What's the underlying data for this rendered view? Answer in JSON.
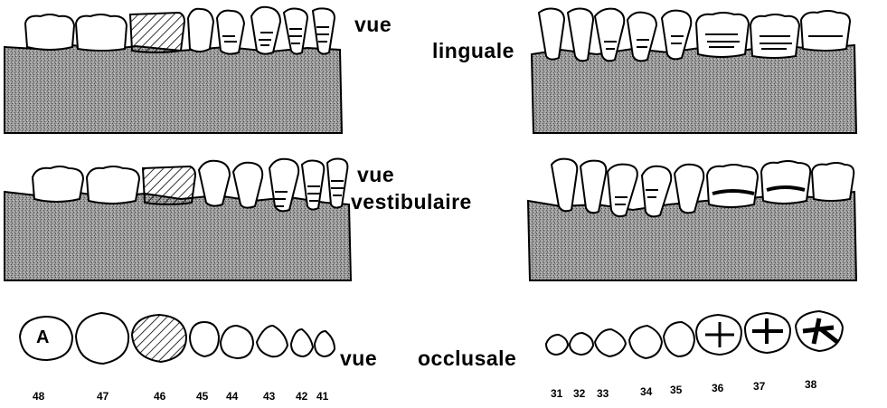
{
  "labels": {
    "lingual_a": "vue",
    "lingual_b": "linguale",
    "vestibular_a": "vue",
    "vestibular_b": "vestibulaire",
    "occlusal_a": "vue",
    "occlusal_b": "occlusale",
    "tooth_mark": "A"
  },
  "teeth_numbers": {
    "right": [
      "48",
      "47",
      "46",
      "45",
      "44",
      "43",
      "42",
      "41"
    ],
    "left": [
      "31",
      "32",
      "33",
      "34",
      "35",
      "36",
      "37",
      "38"
    ]
  },
  "colors": {
    "ink": "#000000",
    "gum": "#8c8c8c",
    "paper": "#ffffff"
  }
}
